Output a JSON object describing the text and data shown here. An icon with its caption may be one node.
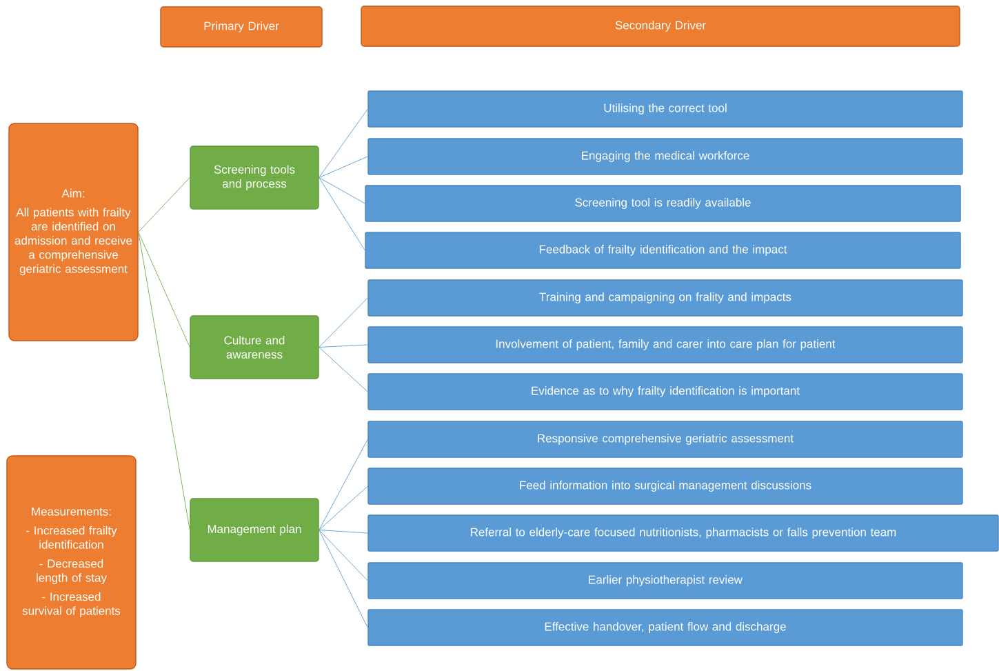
{
  "diagram": {
    "nodes": [
      {
        "text": [
          "Primary Driver"
        ]
      },
      {
        "text": [
          "Secondary Driver"
        ]
      },
      {
        "text": [
          "Aim:",
          "All patients with frailty are identified on admission and receive a comprehensive geriatric assessment"
        ]
      },
      {
        "text": [
          "Measurements:",
          "- Increased frailty identification",
          "- Decreased length of stay",
          "- Increased survival of patients"
        ]
      },
      {
        "text": [
          "Screening tools and process"
        ]
      },
      {
        "text": [
          "Culture and awareness"
        ]
      },
      {
        "text": [
          "Management plan"
        ]
      },
      {
        "text": [
          "Utilising the correct tool"
        ]
      },
      {
        "text": [
          "Engaging the medical workforce"
        ]
      },
      {
        "text": [
          "Screening tool is readily available"
        ]
      },
      {
        "text": [
          "Feedback of frailty identification and the impact"
        ]
      },
      {
        "text": [
          "Training and campaigning on frality and impacts"
        ]
      },
      {
        "text": [
          "Involvement of patient, family and carer into care plan for patient"
        ]
      },
      {
        "text": [
          "Evidence as to why frailty identification is important"
        ]
      },
      {
        "text": [
          "Responsive comprehensive geriatric assessment"
        ]
      },
      {
        "text": [
          "Feed information into surgical management discussions"
        ]
      },
      {
        "text": [
          "Referral to elderly-care focused nutritionists, pharmacists or falls prevention team"
        ]
      },
      {
        "text": [
          "Earlier physiotherapist review"
        ]
      },
      {
        "text": [
          "Effective handover, patient flow and discharge"
        ]
      }
    ],
    "edges": [
      {
        "from": 2,
        "to": 4,
        "arrow": "none",
        "color": "#70ad47"
      },
      {
        "from": 2,
        "to": 5,
        "arrow": "none",
        "color": "#70ad47"
      },
      {
        "from": 2,
        "to": 6,
        "arrow": "none",
        "color": "#70ad47"
      },
      {
        "from": 4,
        "to": 7,
        "arrow": "none"
      },
      {
        "from": 4,
        "to": 8,
        "arrow": "none"
      },
      {
        "from": 4,
        "to": 9,
        "arrow": "none"
      },
      {
        "from": 4,
        "to": 10,
        "arrow": "none"
      },
      {
        "from": 5,
        "to": 11,
        "arrow": "none"
      },
      {
        "from": 5,
        "to": 12,
        "arrow": "none"
      },
      {
        "from": 5,
        "to": 13,
        "arrow": "none"
      },
      {
        "from": 6,
        "to": 14,
        "arrow": "none"
      },
      {
        "from": 6,
        "to": 15,
        "arrow": "none"
      },
      {
        "from": 6,
        "to": 16,
        "arrow": "none"
      },
      {
        "from": 6,
        "to": 17,
        "arrow": "none"
      },
      {
        "from": 6,
        "to": 18,
        "arrow": "none"
      }
    ]
  }
}
